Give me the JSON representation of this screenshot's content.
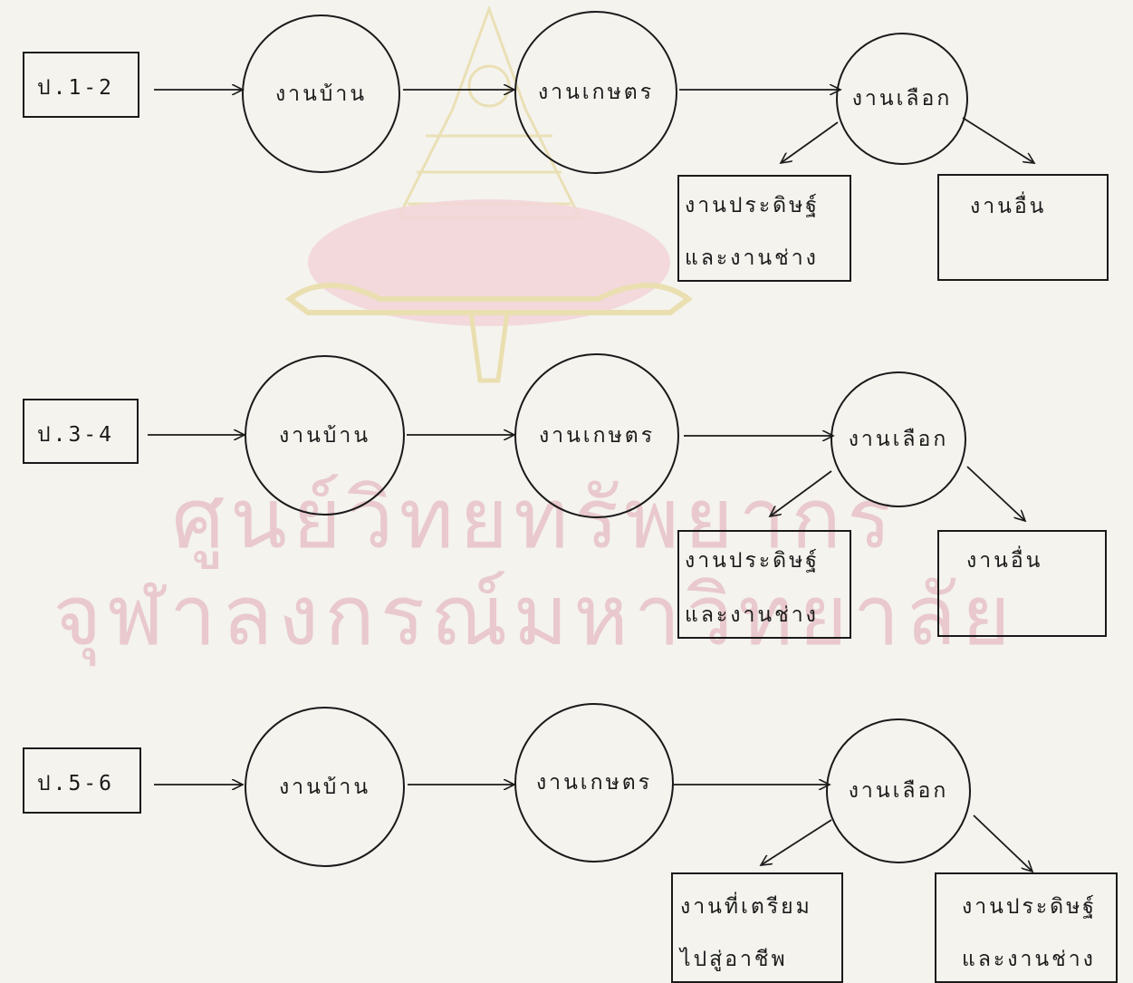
{
  "watermark": {
    "line1": "ศูนย์วิทยทรัพยากร",
    "line2": "จุฬาลงกรณ์มหาวิทยาลัย"
  },
  "rows": [
    {
      "grade": "ป.1-2",
      "step1": "งานบ้าน",
      "step2": "งานเกษตร",
      "step3": "งานเลือก",
      "branch_left": {
        "line1": "งานประดิษฐ์",
        "line2": "และงานช่าง"
      },
      "branch_right": {
        "line1": "งานอื่น",
        "line2": ""
      }
    },
    {
      "grade": "ป.3-4",
      "step1": "งานบ้าน",
      "step2": "งานเกษตร",
      "step3": "งานเลือก",
      "branch_left": {
        "line1": "งานประดิษฐ์",
        "line2": "และงานช่าง"
      },
      "branch_right": {
        "line1": "งานอื่น",
        "line2": ""
      }
    },
    {
      "grade": "ป.5-6",
      "step1": "งานบ้าน",
      "step2": "งานเกษตร",
      "step3": "งานเลือก",
      "branch_left": {
        "line1": "งานที่เตรียม",
        "line2": "ไปสู่อาชีพ"
      },
      "branch_right": {
        "line1": "งานประดิษฐ์",
        "line2": "และงานช่าง"
      }
    }
  ]
}
